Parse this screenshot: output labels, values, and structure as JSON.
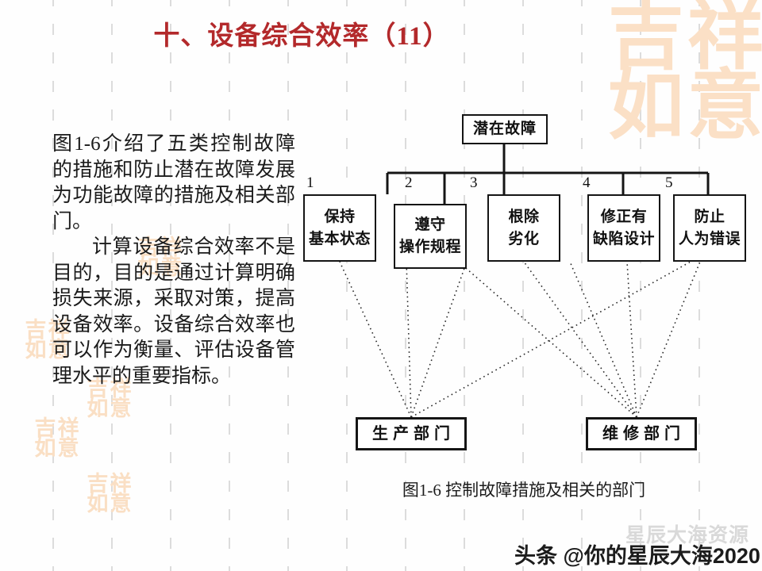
{
  "slide": {
    "title": "十、设备综合效率（11）",
    "title_color": "#b3292b"
  },
  "body": {
    "paragraph1": "图1-6介绍了五类控制故障的措施和防止潜在故障发展为功能故障的措施及相关部门。",
    "paragraph2": "计算设备综合效率不是目的，目的是通过计算明确损失来源，采取对策，提高设备效率。设备综合效率也可以作为衡量、评估设备管理水平的重要指标。"
  },
  "diagram": {
    "root": {
      "label": "潜在故障"
    },
    "numbers": [
      "1",
      "2",
      "3",
      "4",
      "5"
    ],
    "measures": [
      {
        "num": "1",
        "line1": "保持",
        "line2": "基本状态"
      },
      {
        "num": "2",
        "line1": "遵守",
        "line2": "操作规程"
      },
      {
        "num": "3",
        "line1": "根除",
        "line2": "劣化"
      },
      {
        "num": "4",
        "line1": "修正有",
        "line2": "缺陷设计"
      },
      {
        "num": "5",
        "line1": "防止",
        "line2": "人为错误"
      }
    ],
    "departments": [
      {
        "label": "生产部门"
      },
      {
        "label": "维修部门"
      }
    ],
    "caption": "图1-6  控制故障措施及相关的部门"
  },
  "watermarks": {
    "seal_text": "吉祥如意",
    "seal_chars": [
      "吉",
      "祥",
      "如",
      "意"
    ],
    "seal_color": "#fbe0c6",
    "footer_handle": "头条 @你的星辰大海2020",
    "footer_ghost": "星辰大海资源"
  }
}
